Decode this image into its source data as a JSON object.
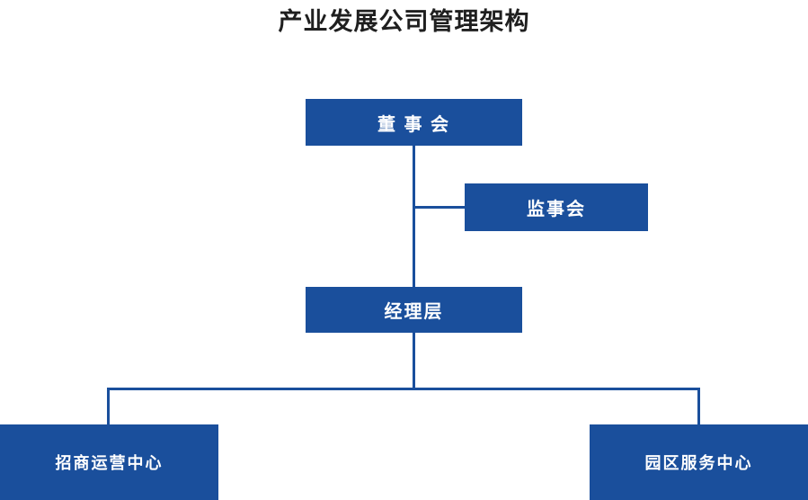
{
  "title": "产业发展公司管理架构",
  "diagram": {
    "type": "org-chart",
    "nodes": {
      "board": {
        "label": "董 事 会"
      },
      "supervisory": {
        "label": "监事会"
      },
      "management": {
        "label": "经理层"
      },
      "investment_center": {
        "label": "招商运营中心"
      },
      "park_service_center": {
        "label": "园区服务中心"
      }
    },
    "edges": [
      {
        "from": "board",
        "to": "supervisory"
      },
      {
        "from": "board",
        "to": "management"
      },
      {
        "from": "management",
        "to": "investment_center"
      },
      {
        "from": "management",
        "to": "park_service_center"
      }
    ]
  },
  "colors": {
    "node_fill": "#1a4f9c",
    "node_text": "#ffffff",
    "connector": "#1a4f9c",
    "title_text": "#1f1f1f",
    "background": "#ffffff"
  }
}
